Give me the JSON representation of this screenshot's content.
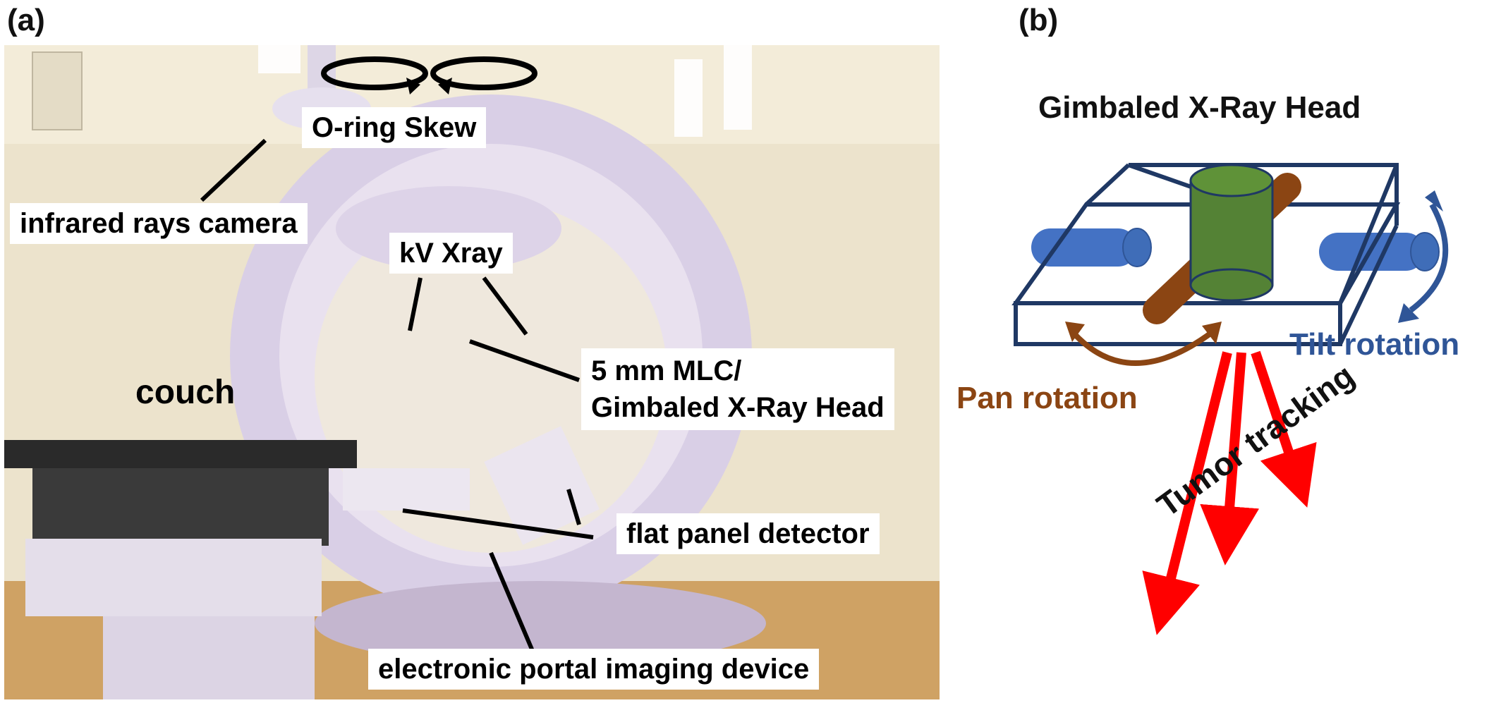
{
  "panels": {
    "a": {
      "letter": "(a)"
    },
    "b": {
      "letter": "(b)"
    }
  },
  "photo_labels": {
    "oring_skew": "O-ring Skew",
    "infrared_camera": "infrared rays camera",
    "kv_xray": "kV Xray",
    "mlc_line1": "5 mm MLC/",
    "mlc_line2": "Gimbaled X-Ray Head",
    "couch": "couch",
    "flat_panel": "flat panel detector",
    "epid": "electronic portal imaging device"
  },
  "diagram_labels": {
    "title": "Gimbaled X-Ray Head",
    "tilt": "Tilt rotation",
    "pan": "Pan rotation",
    "tracking": "Tumor tracking"
  },
  "colors": {
    "frame": "#1f3864",
    "cylinder": "#4a8433",
    "pan_rod": "#8b4513",
    "tilt_rod": "#4472c4",
    "pan_text": "#8b4513",
    "tilt_text": "#2f5597",
    "beam": "#ff0000"
  }
}
